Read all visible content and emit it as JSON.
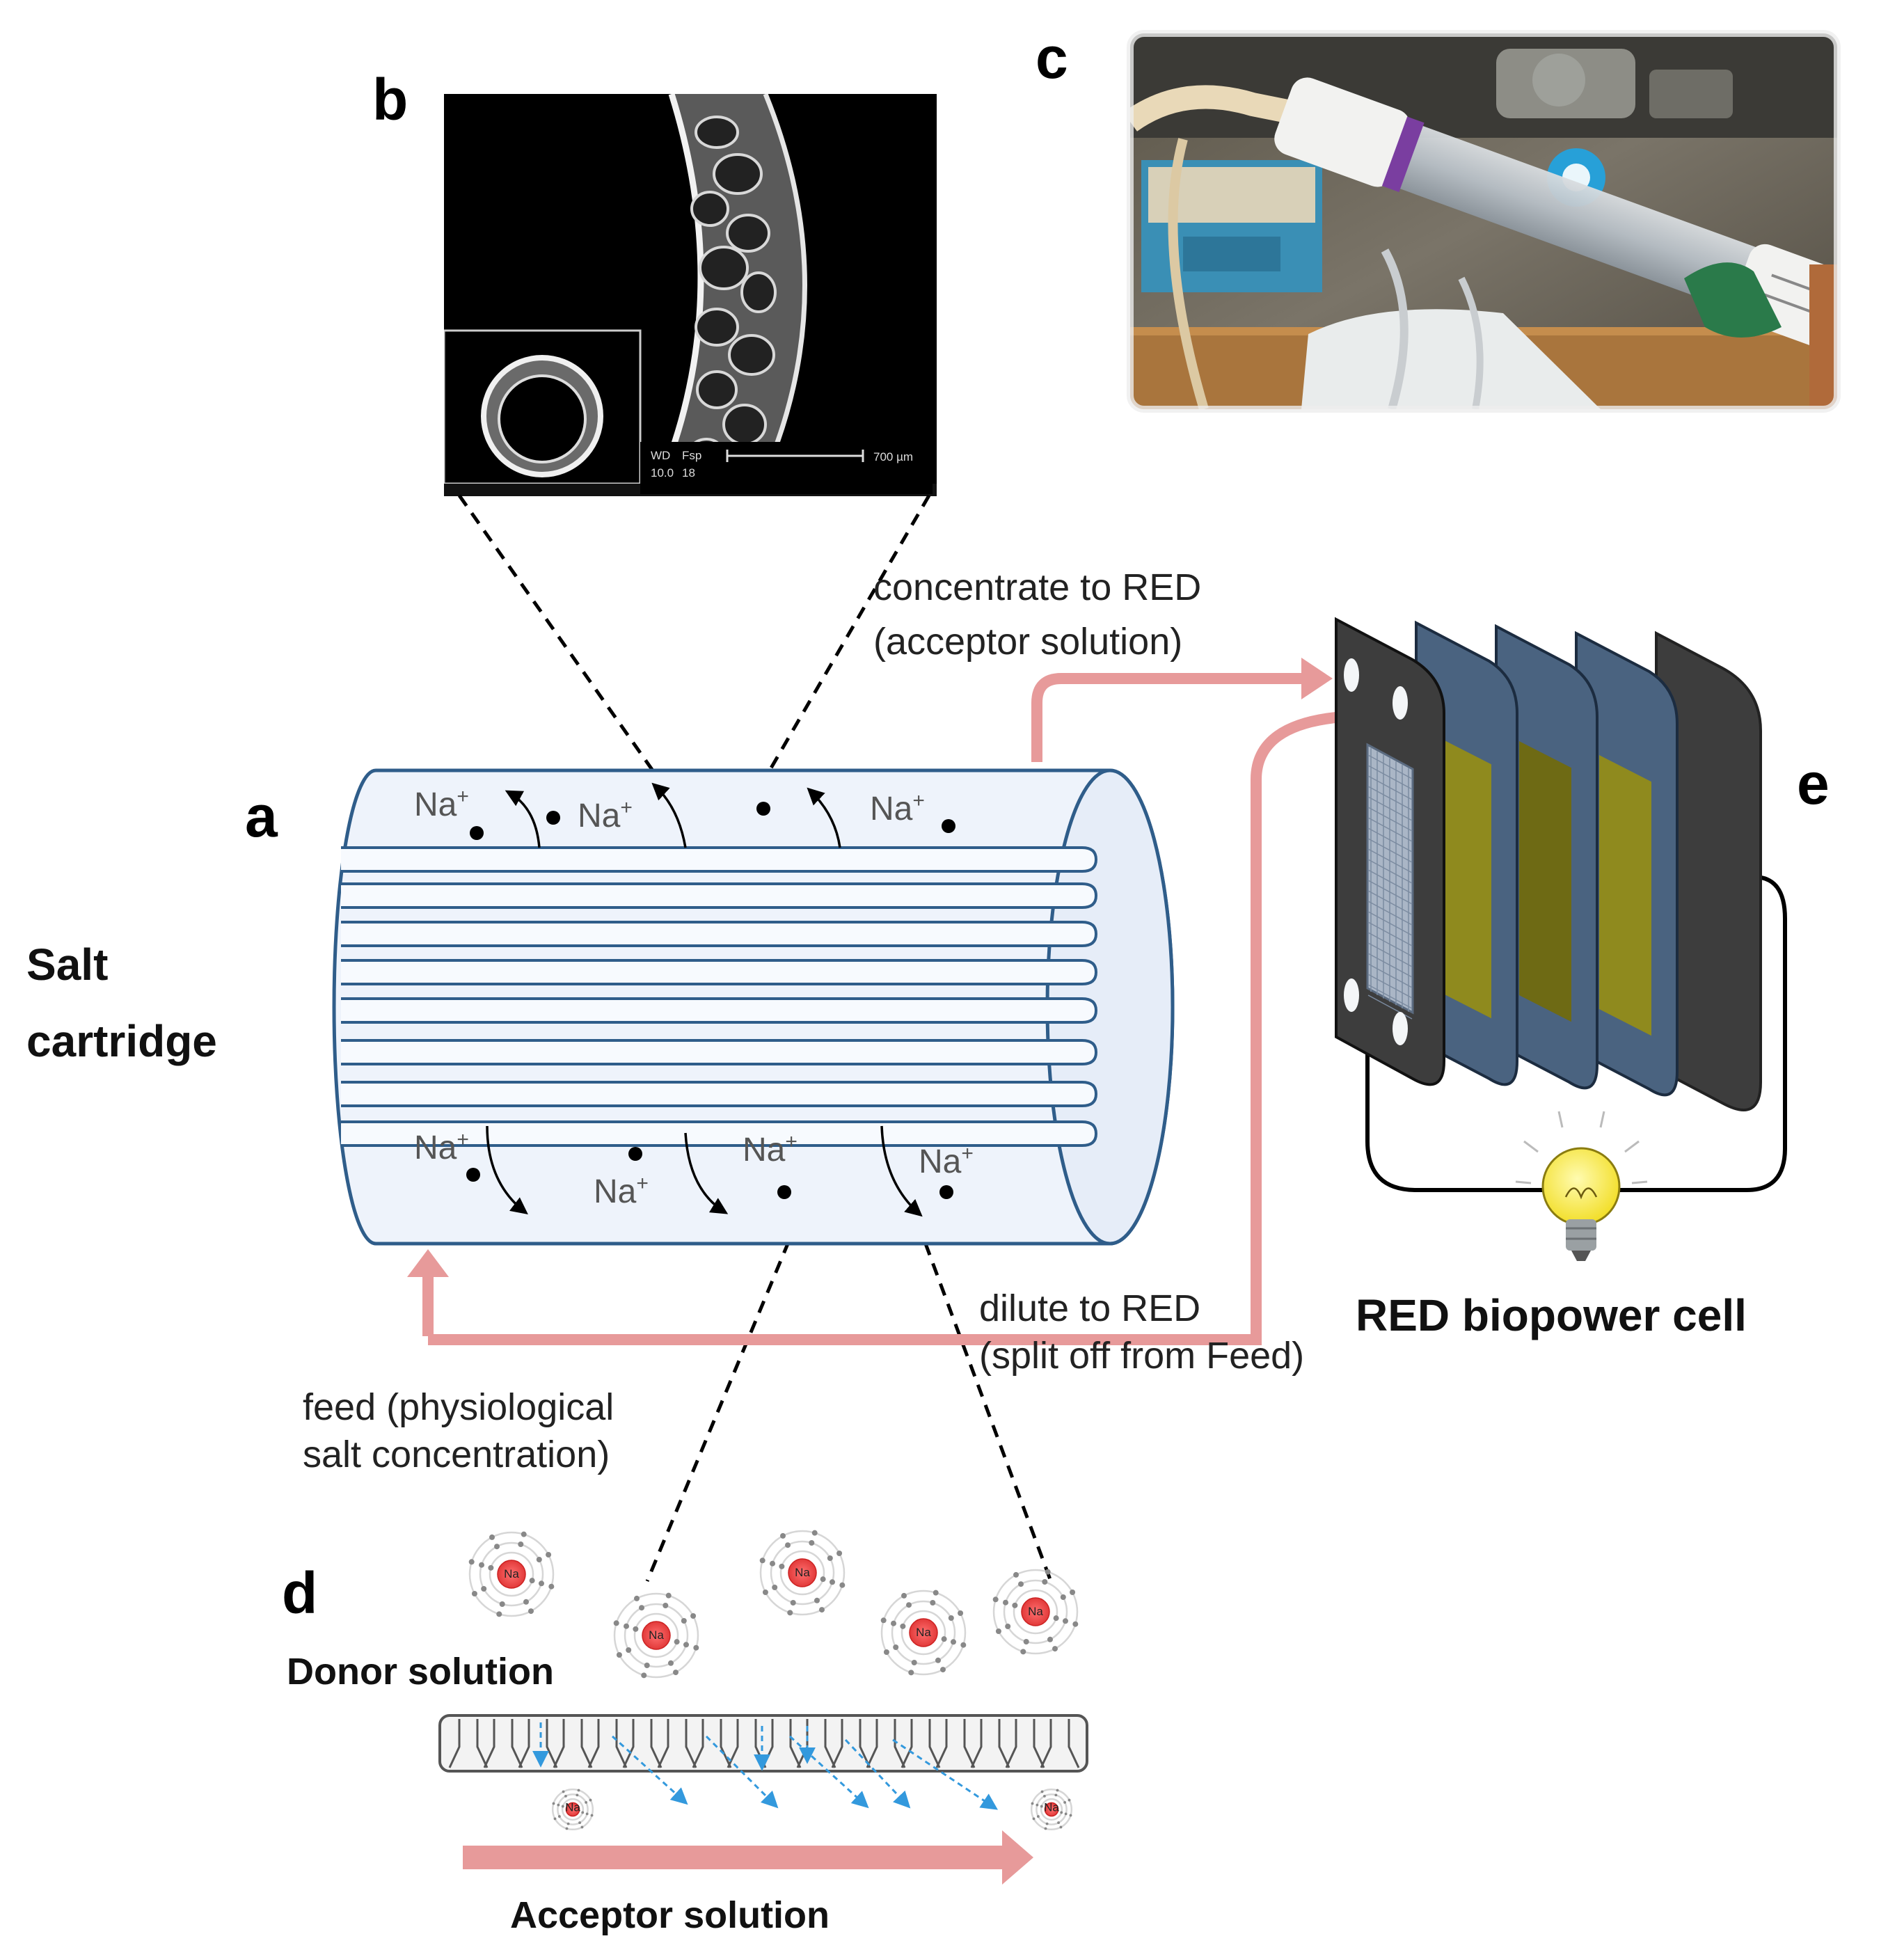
{
  "panels": {
    "a": "a",
    "b": "b",
    "c": "c",
    "d": "d",
    "e": "e"
  },
  "cartridge": {
    "title_line1": "Salt",
    "title_line2": "cartridge",
    "ion_label": "Na",
    "ion_charge": "+"
  },
  "flows": {
    "concentrate_line1": "concentrate to RED",
    "concentrate_line2": "(acceptor solution)",
    "dilute_line1": "dilute to RED",
    "dilute_line2": "(split off from Feed)",
    "feed_line1": "feed (physiological",
    "feed_line2": "salt concentration)"
  },
  "sem": {
    "wd": "WD",
    "mag": "Fsp",
    "wd_val": "10.0",
    "mag_val": "18",
    "scale": "700 µm"
  },
  "red_cell": {
    "title": "RED biopower cell"
  },
  "membrane": {
    "donor": "Donor solution",
    "acceptor": "Acceptor solution",
    "atom_symbol": "Na"
  },
  "colors": {
    "cartridge_stroke": "#2f5d8a",
    "cartridge_fill": "#eef3fb",
    "flow_arrow": "#e79a9a",
    "plate_blue": "#4a6380",
    "plate_dark": "#3d3d3d",
    "electrode": "#8f8a1e",
    "sodium_red": "#ee4444",
    "transport_arrow": "#3399dd"
  }
}
